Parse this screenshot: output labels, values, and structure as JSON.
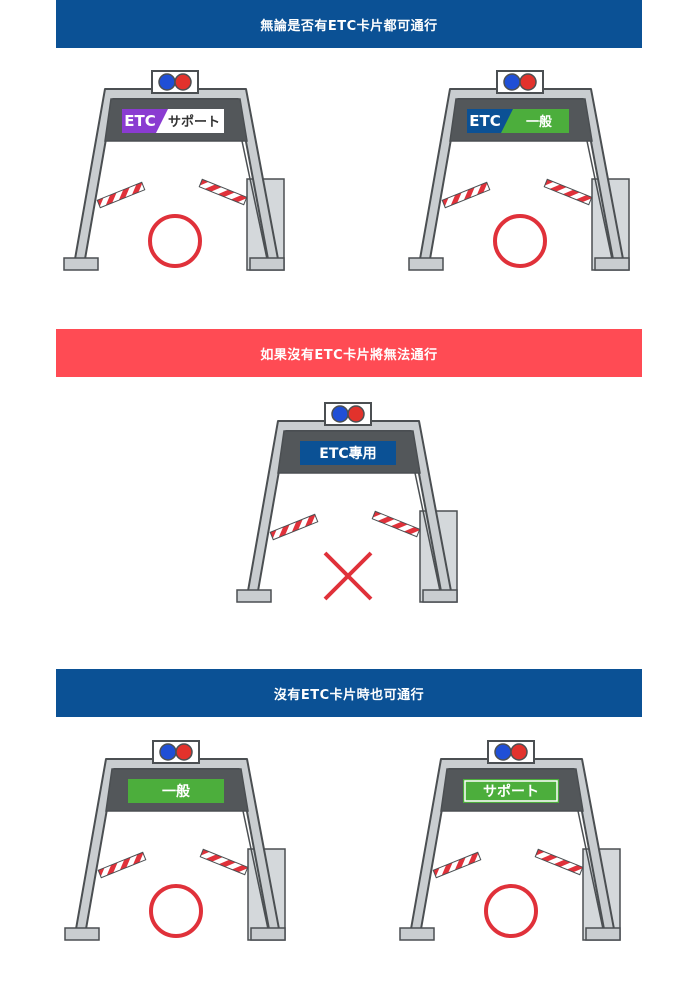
{
  "sections": [
    {
      "banner": "無論是否有ETC卡片都可通行",
      "banner_color": "#0b5195",
      "gates": [
        {
          "sign_type": "split",
          "sign_left": "ETC",
          "sign_right": "サポート",
          "sign_left_bg": "#8a3bd1",
          "sign_right_bg": "#ffffff",
          "sign_right_fg": "#333333",
          "result": "circle"
        },
        {
          "sign_type": "split",
          "sign_left": "ETC",
          "sign_right": "一般",
          "sign_left_bg": "#0b5195",
          "sign_right_bg": "#4cae3c",
          "sign_right_fg": "#ffffff",
          "result": "circle"
        }
      ]
    },
    {
      "banner": "如果沒有ETC卡片將無法通行",
      "banner_color": "#ff4b54",
      "gates": [
        {
          "sign_type": "single",
          "sign_text": "ETC專用",
          "sign_bg": "#0b5195",
          "sign_fg": "#ffffff",
          "result": "cross"
        }
      ]
    },
    {
      "banner": "沒有ETC卡片時也可通行",
      "banner_color": "#0b5195",
      "gates": [
        {
          "sign_type": "single",
          "sign_text": "一般",
          "sign_bg": "#4cae3c",
          "sign_fg": "#ffffff",
          "result": "circle"
        },
        {
          "sign_type": "single_outlined",
          "sign_text": "サポート",
          "sign_bg": "#4cae3c",
          "sign_fg": "#ffffff",
          "result": "circle"
        }
      ]
    }
  ],
  "colors": {
    "gate_fill": "#c9cdd0",
    "gate_stroke": "#4b4f52",
    "sign_panel": "#53575a",
    "light_blue": "#1f4fd6",
    "light_red": "#e2322c",
    "barrier_red": "#e0313a",
    "result_red": "#e0313a",
    "booth_fill": "#d4d8db"
  }
}
